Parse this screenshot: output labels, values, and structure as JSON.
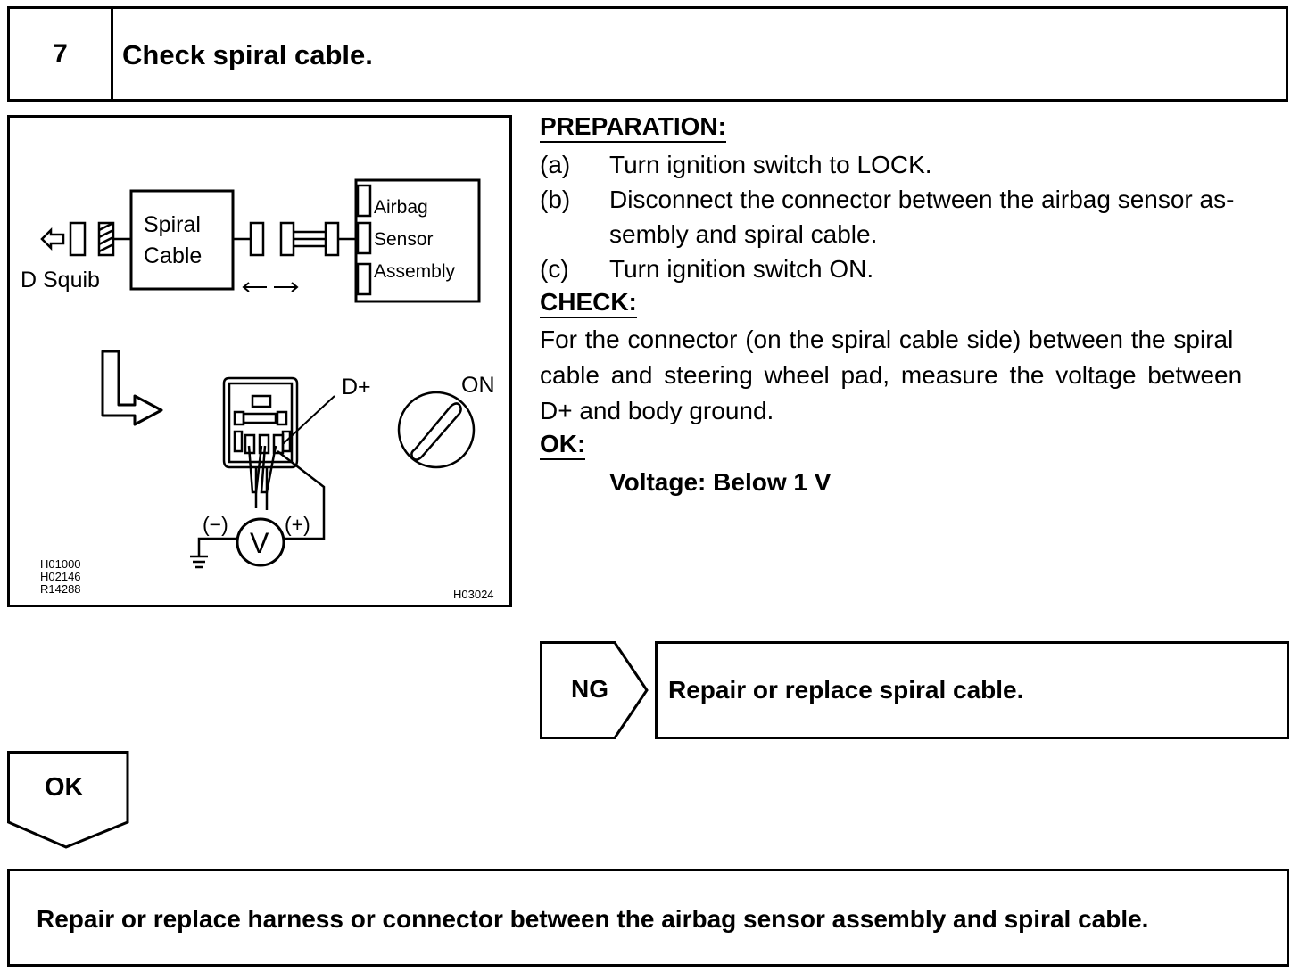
{
  "step": {
    "number": "7",
    "title": "Check spiral cable."
  },
  "figure": {
    "labels": {
      "spiral_cable_line1": "Spiral",
      "spiral_cable_line2": "Cable",
      "airbag": "Airbag",
      "sensor": "Sensor",
      "assembly": "Assembly",
      "d_squib": "D Squib",
      "d_plus": "D+",
      "on": "ON",
      "minus": "(−)",
      "plus": "(+)",
      "voltmeter": "V"
    },
    "codes_left": [
      "H01000",
      "H02146",
      "R14288"
    ],
    "code_right": "H03024"
  },
  "procedure": {
    "preparation_heading": "PREPARATION:",
    "steps": [
      {
        "marker": "(a)",
        "text_lines": [
          "Turn ignition switch to LOCK."
        ]
      },
      {
        "marker": "(b)",
        "text_lines": [
          "Disconnect the connector between the airbag sensor as-",
          "sembly and spiral cable."
        ]
      },
      {
        "marker": "(c)",
        "text_lines": [
          "Turn ignition switch ON."
        ]
      }
    ],
    "check_heading": "CHECK:",
    "check_lines": [
      "For the connector (on the spiral cable side) between the spiral",
      "cable and steering wheel pad, measure the voltage between",
      "D+ and body ground."
    ],
    "ok_heading": "OK:",
    "ok_value": "Voltage: Below 1 V"
  },
  "ng_result": {
    "label": "NG",
    "action": "Repair or replace spiral cable."
  },
  "ok_result": {
    "label": "OK",
    "action": "Repair or replace harness or connector between the airbag sensor assembly and spiral cable."
  }
}
